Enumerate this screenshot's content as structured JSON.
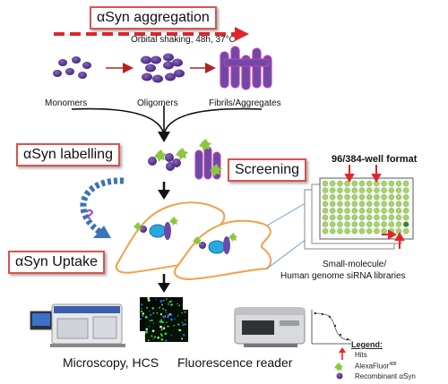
{
  "title": {
    "greek": "α",
    "text": "Syn aggregation"
  },
  "shaking": "Orbital shaking, 48h, 37°C",
  "stages": {
    "monomers": "Monomers",
    "oligomers": "Oligomers",
    "fibrils": "Fibrils/Aggregates"
  },
  "labelling": {
    "greek": "α",
    "text": "Syn labelling"
  },
  "uptake": {
    "greek": "α",
    "text": "Syn Uptake"
  },
  "screening": "Screening",
  "plate_format": "96/384-well format",
  "libraries": {
    "line1": "Small-molecule/",
    "line2": "Human genome siRNA libraries"
  },
  "question_mark": "?",
  "readouts": {
    "microscopy": "Microscopy, HCS",
    "fluorescence": "Fluorescence reader"
  },
  "legend": {
    "title": "Legend:",
    "hits": "Hits",
    "alexa": "AlexaFluor",
    "alexa_sup": "488",
    "recombinant": "Recombinant αSyn"
  },
  "colors": {
    "red": "#e0262a",
    "purple": "#5b3591",
    "green": "#8cc63f",
    "cell": "#f0a24a",
    "blue": "#29a8e0"
  }
}
